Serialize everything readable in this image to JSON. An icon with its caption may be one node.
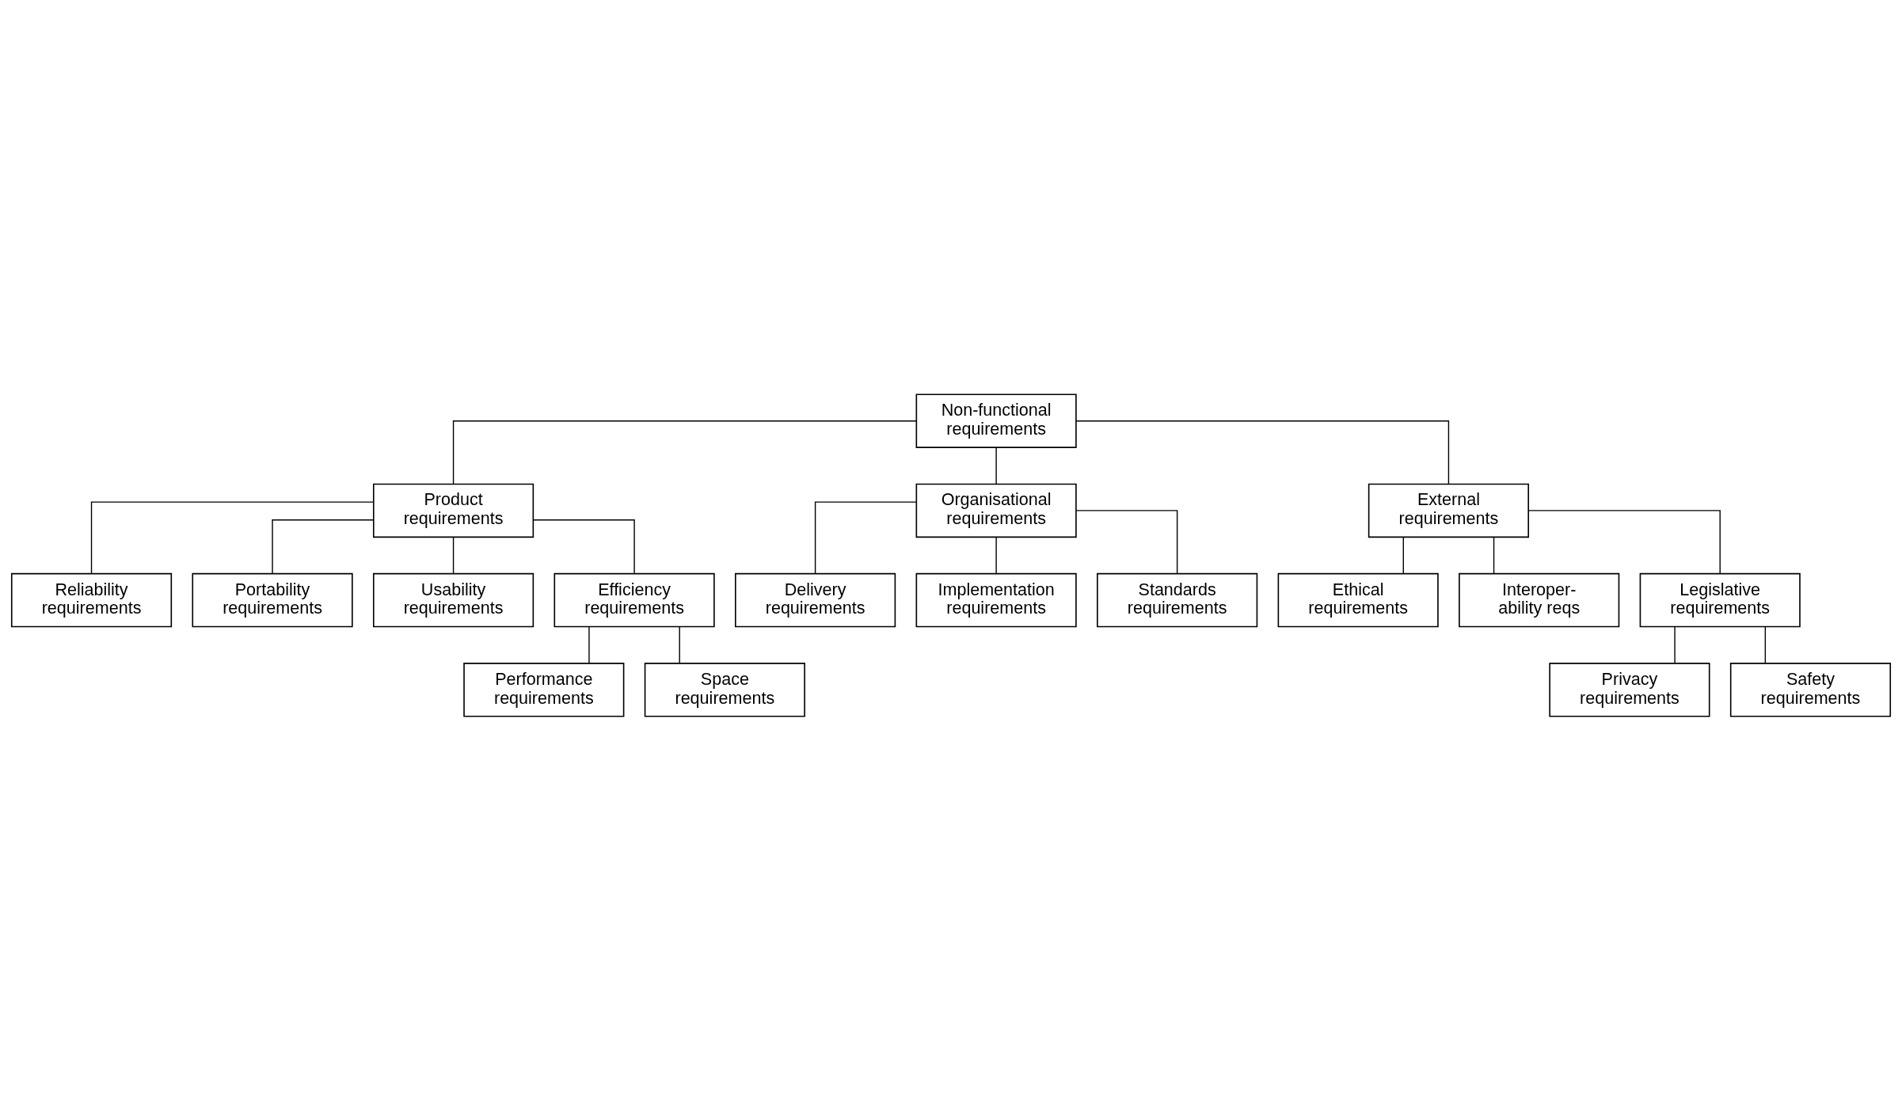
{
  "diagram": {
    "nodes": [
      {
        "text": [
          "Non-functional requirements"
        ]
      },
      {
        "text": [
          "Product requirements"
        ]
      },
      {
        "text": [
          "Organisational requirements"
        ]
      },
      {
        "text": [
          "External requirements"
        ]
      },
      {
        "text": [
          "Reliability requirements"
        ]
      },
      {
        "text": [
          "Portability requirements"
        ]
      },
      {
        "text": [
          "Usability requirements"
        ]
      },
      {
        "text": [
          "Efficiency requirements"
        ]
      },
      {
        "text": [
          "Ethical requirements"
        ]
      },
      {
        "text": [
          "Delivery requirements"
        ]
      },
      {
        "text": [
          "Implementation requirements"
        ]
      },
      {
        "text": [
          "Interoper- ability reqs"
        ]
      },
      {
        "text": [
          "Standards requirements"
        ]
      },
      {
        "text": [
          "Legislative requirements"
        ]
      },
      {
        "text": [
          "Performance requirements"
        ]
      },
      {
        "text": [
          "Space requirements"
        ]
      },
      {
        "text": [
          "Privacy requirements"
        ]
      },
      {
        "text": [
          "Safety requirements"
        ]
      }
    ],
    "edges": [
      {
        "from": 0,
        "to": 1,
        "arrow": "none"
      },
      {
        "from": 0,
        "to": 2,
        "arrow": "none"
      },
      {
        "from": 0,
        "to": 3,
        "arrow": "none"
      },
      {
        "from": 1,
        "to": 4,
        "arrow": "none"
      },
      {
        "from": 1,
        "to": 5,
        "arrow": "none"
      },
      {
        "from": 1,
        "to": 6,
        "arrow": "none"
      },
      {
        "from": 1,
        "to": 7,
        "arrow": "none"
      },
      {
        "from": 2,
        "to": 9,
        "arrow": "none"
      },
      {
        "from": 2,
        "to": 12,
        "arrow": "none"
      },
      {
        "from": 2,
        "to": 10,
        "arrow": "none"
      },
      {
        "from": 3,
        "to": 8,
        "arrow": "none"
      },
      {
        "from": 3,
        "to": 13,
        "arrow": "none"
      },
      {
        "from": 3,
        "to": 11,
        "arrow": "none"
      },
      {
        "from": 7,
        "to": 14,
        "arrow": "none"
      },
      {
        "from": 7,
        "to": 15,
        "arrow": "none"
      },
      {
        "from": 13,
        "to": 16,
        "arrow": "none"
      },
      {
        "from": 13,
        "to": 17,
        "arrow": "none"
      }
    ]
  }
}
